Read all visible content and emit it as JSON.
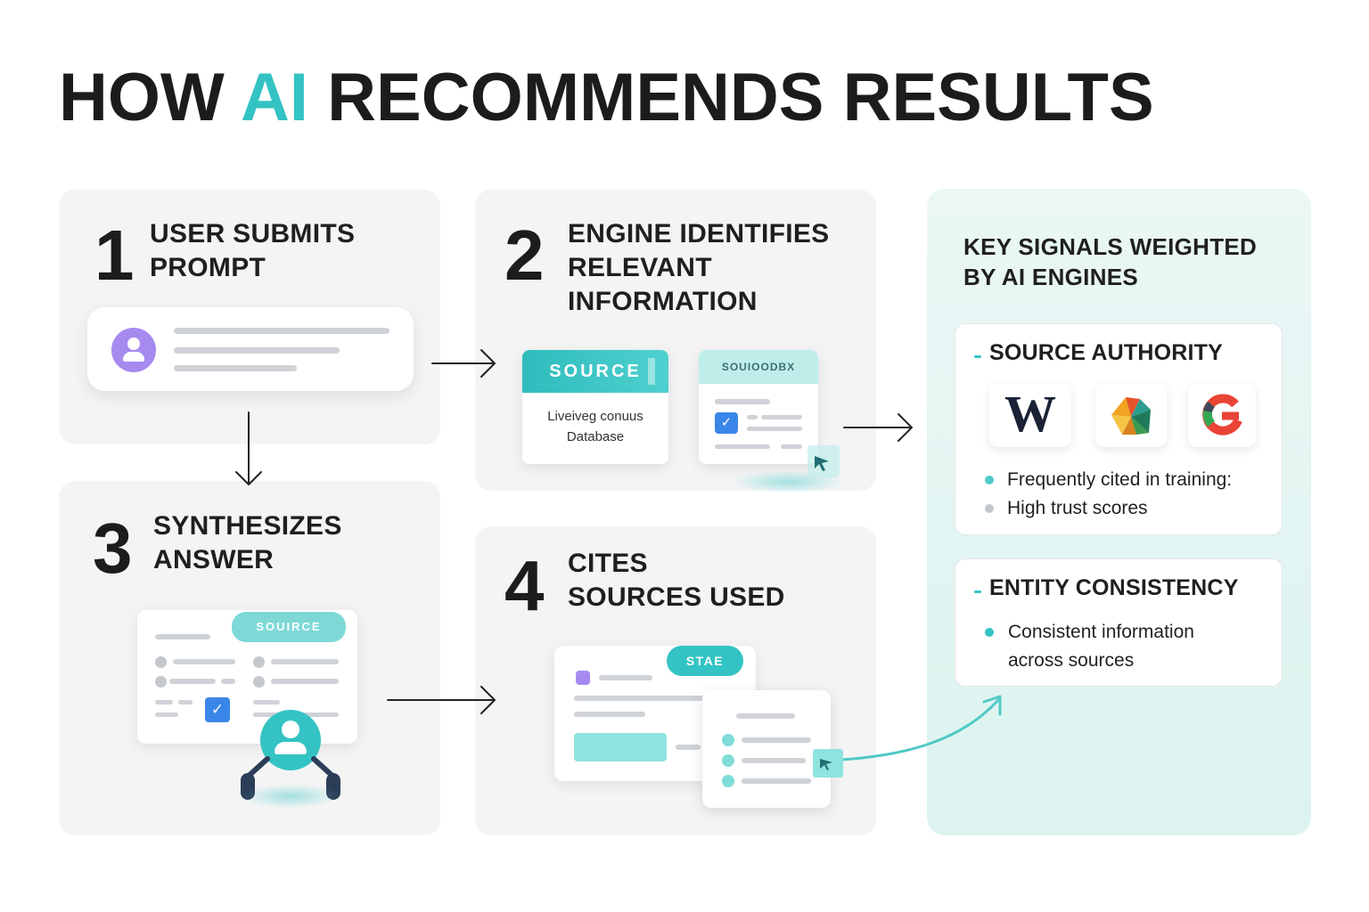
{
  "title": {
    "prefix": "HOW ",
    "accent": "AI",
    "suffix": " RECOMMENDS RESULTS"
  },
  "colors": {
    "accent": "#34c3c4",
    "text": "#1c1c1c",
    "card": "#f4f4f5",
    "panel": "#e3f5f2",
    "avatar": "#a68af0",
    "check": "#3a86e8"
  },
  "steps": [
    {
      "number": "1",
      "title_lines": [
        "USER SUBMITS",
        "PROMPT"
      ]
    },
    {
      "number": "2",
      "title_lines": [
        "ENGINE IDENTIFIES",
        "RELEVANT",
        "INFORMATION"
      ],
      "source_card": {
        "header": "SOURCE",
        "body_lines": [
          "Liveiveg conuus",
          "Database"
        ]
      },
      "db_card": {
        "header": "SOUIOODBX"
      }
    },
    {
      "number": "3",
      "title_lines": [
        "SYNTHESIZES",
        "ANSWER"
      ],
      "pill": "SOUIRCE"
    },
    {
      "number": "4",
      "title_lines": [
        "CITES",
        "SOURCES USED"
      ],
      "pill": "STAE"
    }
  ],
  "signals": {
    "title_lines": [
      "KEY SIGNALS WEIGHTED",
      "BY AI ENGINES"
    ],
    "cards": [
      {
        "title": "SOURCE AUTHORITY",
        "logos": [
          "wikipedia-icon",
          "mosaic-logo-icon",
          "google-icon"
        ],
        "logo_w": "W",
        "bullets": [
          "Frequently cited in training:",
          "High trust scores"
        ]
      },
      {
        "title": "ENTITY CONSISTENCY",
        "bullets": [
          "Consistent information",
          "across sources"
        ]
      }
    ]
  }
}
